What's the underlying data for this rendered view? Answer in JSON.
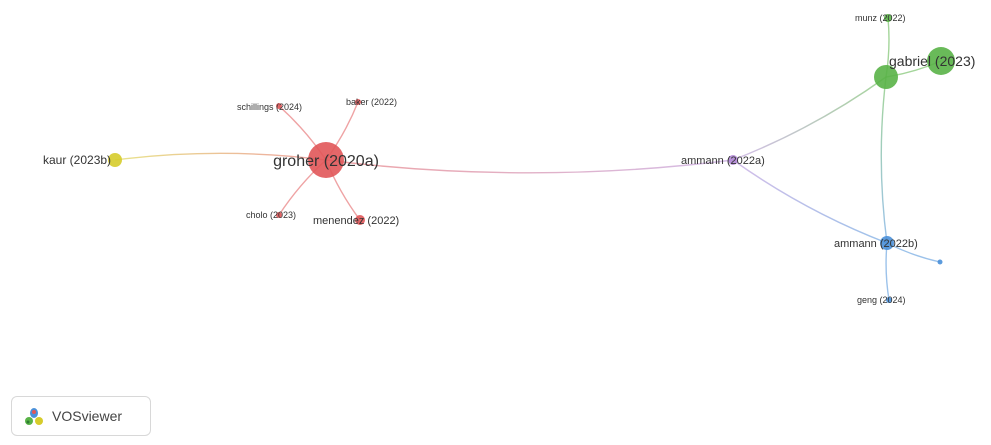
{
  "app": {
    "logo_label": "VOSviewer"
  },
  "colors": {
    "red": "#e15759",
    "green": "#59b347",
    "yellow": "#d6cc2b",
    "purple": "#b188d6",
    "blue": "#4a90d9"
  },
  "nodes": [
    {
      "id": "groher2020a",
      "label": "groher (2020a)",
      "cluster": "red"
    },
    {
      "id": "schillings2024",
      "label": "schillings (2024)",
      "cluster": "red"
    },
    {
      "id": "baker2022",
      "label": "baker (2022)",
      "cluster": "red"
    },
    {
      "id": "cholo2023",
      "label": "cholo (2023)",
      "cluster": "red"
    },
    {
      "id": "menendez2022",
      "label": "menendez (2022)",
      "cluster": "red"
    },
    {
      "id": "kaur2023b",
      "label": "kaur (2023b)",
      "cluster": "yellow"
    },
    {
      "id": "ammann2022a",
      "label": "ammann (2022a)",
      "cluster": "purple"
    },
    {
      "id": "munz2022",
      "label": "munz (2022)",
      "cluster": "green"
    },
    {
      "id": "gabriel2023",
      "label": "gabriel (2023)",
      "cluster": "green"
    },
    {
      "id": "greenhub",
      "label": "",
      "cluster": "green"
    },
    {
      "id": "ammann2022b",
      "label": "ammann (2022b)",
      "cluster": "blue"
    },
    {
      "id": "geng2024",
      "label": "geng (2024)",
      "cluster": "blue"
    },
    {
      "id": "bluesmall",
      "label": "",
      "cluster": "blue"
    }
  ],
  "edges": [
    {
      "source": "groher2020a",
      "target": "schillings2024"
    },
    {
      "source": "groher2020a",
      "target": "baker2022"
    },
    {
      "source": "groher2020a",
      "target": "cholo2023"
    },
    {
      "source": "groher2020a",
      "target": "menendez2022"
    },
    {
      "source": "groher2020a",
      "target": "kaur2023b"
    },
    {
      "source": "groher2020a",
      "target": "ammann2022a"
    },
    {
      "source": "ammann2022a",
      "target": "greenhub"
    },
    {
      "source": "ammann2022a",
      "target": "ammann2022b"
    },
    {
      "source": "greenhub",
      "target": "munz2022"
    },
    {
      "source": "greenhub",
      "target": "gabriel2023"
    },
    {
      "source": "greenhub",
      "target": "ammann2022b"
    },
    {
      "source": "ammann2022b",
      "target": "geng2024"
    },
    {
      "source": "ammann2022b",
      "target": "bluesmall"
    }
  ]
}
